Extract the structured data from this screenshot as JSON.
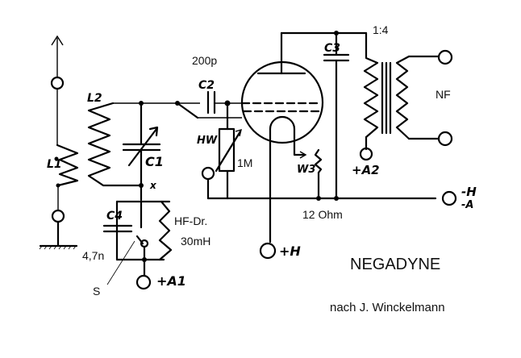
{
  "title": "NEGADYNE",
  "subtitle": "nach J. Winckelmann",
  "labels": {
    "l1": "L1",
    "l2": "L2",
    "c1": "C1",
    "c2": "C2",
    "c2_value": "200p",
    "c3": "C3",
    "c4": "C4",
    "c4_value": "4,7n",
    "grid_resistor_hw": "HW",
    "grid_resistor_value": "1M",
    "filament_rheostat": "W3",
    "rheostat_value": "12 Ohm",
    "choke": "HF-Dr.",
    "choke_value": "30mH",
    "junction": "x",
    "switch": "S",
    "transformer_ratio": "1:4",
    "output": "NF",
    "plus_a1": "+A1",
    "plus_a2": "+A2",
    "plus_h": "+H",
    "minus_h": "-H",
    "minus_a": "-A"
  }
}
